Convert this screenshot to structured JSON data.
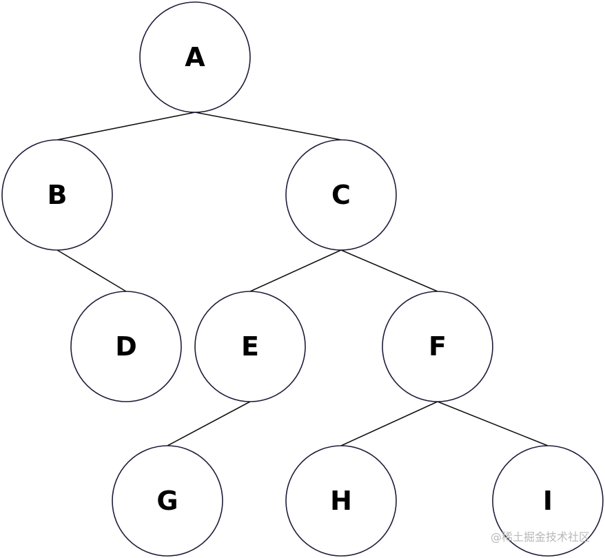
{
  "tree": {
    "nodes": [
      {
        "id": "A",
        "label": "A"
      },
      {
        "id": "B",
        "label": "B"
      },
      {
        "id": "C",
        "label": "C"
      },
      {
        "id": "D",
        "label": "D"
      },
      {
        "id": "E",
        "label": "E"
      },
      {
        "id": "F",
        "label": "F"
      },
      {
        "id": "G",
        "label": "G"
      },
      {
        "id": "H",
        "label": "H"
      },
      {
        "id": "I",
        "label": "I"
      }
    ],
    "edges": [
      {
        "from": "A",
        "to": "B"
      },
      {
        "from": "A",
        "to": "C"
      },
      {
        "from": "B",
        "to": "D"
      },
      {
        "from": "C",
        "to": "E"
      },
      {
        "from": "C",
        "to": "F"
      },
      {
        "from": "E",
        "to": "G"
      },
      {
        "from": "F",
        "to": "H"
      },
      {
        "from": "F",
        "to": "I"
      }
    ]
  },
  "colors": {
    "node_stroke": "#1c1c3a",
    "edge": "#111111",
    "label": "#000000",
    "watermark": "#b8b8b8"
  },
  "watermark": {
    "text": "@稀土掘金技术社区"
  }
}
